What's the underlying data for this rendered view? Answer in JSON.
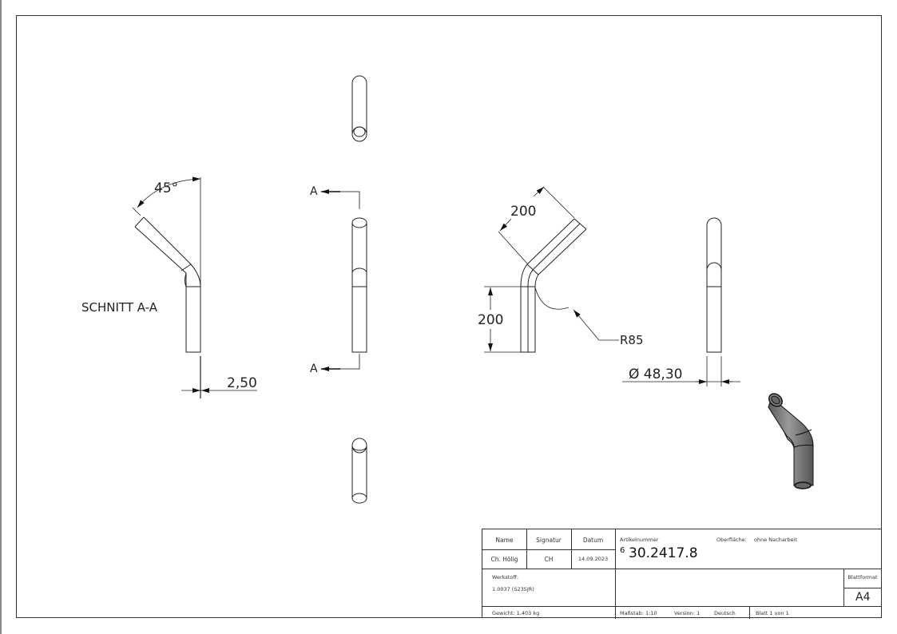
{
  "drawing": {
    "section_label": "SCHNITT A-A",
    "section_marker": "A",
    "dimensions": {
      "angle": "45°",
      "wall_thickness": "2,50",
      "leg_length_inclined": "200",
      "leg_length_vertical": "200",
      "bend_radius": "R85",
      "diameter": "48,30",
      "diameter_symbol": "Ø"
    },
    "views": [
      "section-view",
      "front-view",
      "top-view",
      "bottom-view",
      "side-view-dimensioned",
      "side-view-right",
      "isometric-view"
    ]
  },
  "title_block": {
    "headers": {
      "name": "Name",
      "signature": "Signatur",
      "date": "Datum"
    },
    "author": {
      "name": "Ch. Hölig",
      "signature": "CH",
      "date": "14.09.2023"
    },
    "article_number_label": "Artikelnummer",
    "article_number_prefix": "6",
    "article_number": "30.2417.8",
    "surface_label": "Oberfläche:",
    "surface_value": "ohne Nacharbeit",
    "material_label": "Werkstoff:",
    "material_value": "1.0037 (S235JR)",
    "sheet_format_label": "Blattformat",
    "sheet_format": "A4",
    "weight": "Gewicht: 1.403 kg",
    "scale": "Maßstab: 1:10",
    "version": "Version: 1",
    "language": "Deutsch",
    "sheet": "Blatt 1 von 1"
  },
  "colors": {
    "line": "#222222",
    "frame": "#333333",
    "iso_fill": "#777777"
  }
}
